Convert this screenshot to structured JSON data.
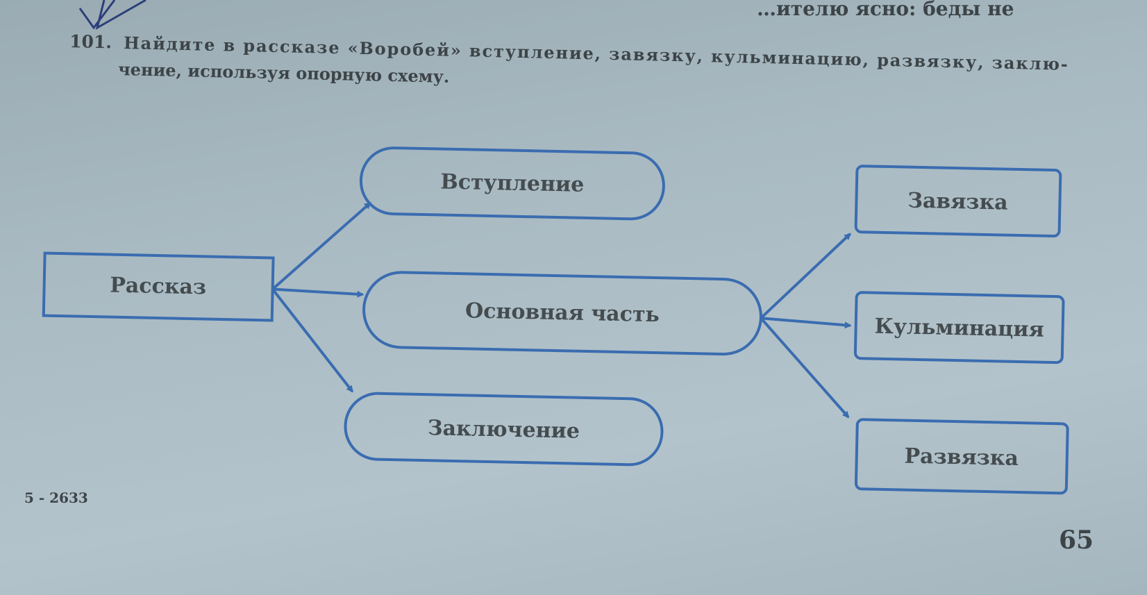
{
  "page": {
    "prev_text_fragment": "…ителю ясно: беды не",
    "task_number": "101.",
    "task_line1": "Найдите в рассказе «Воробей» вступление, завязку, кульминацию, развязку, заклю-",
    "task_line2": "чение, используя опорную схему.",
    "print_code": "5 - 2633",
    "page_number": "65"
  },
  "diagram": {
    "root": "Рассказ",
    "parts": [
      "Вступление",
      "Основная часть",
      "Заключение"
    ],
    "main_part_children": [
      "Завязка",
      "Кульминация",
      "Развязка"
    ],
    "stroke_color": "#3a6cb0"
  }
}
